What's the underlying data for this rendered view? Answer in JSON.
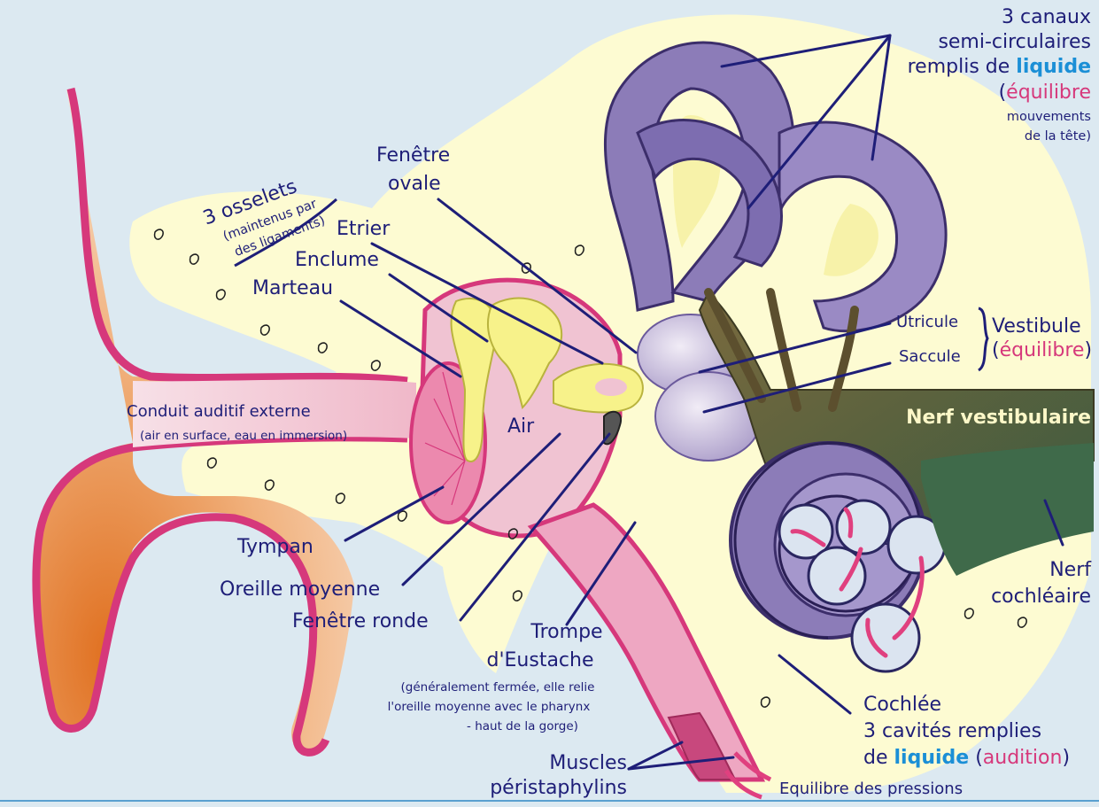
{
  "labels": {
    "canaux_l1": "3 canaux",
    "canaux_l2": "semi-circulaires",
    "canaux_l3": "remplis de ",
    "canaux_liquide": "liquide",
    "canaux_l4_open": "(",
    "canaux_equilibre": "équilibre",
    "canaux_l5": "mouvements",
    "canaux_l6": "de la tête)",
    "osselets_l1": "3 osselets",
    "osselets_l2": "(maintenus par",
    "osselets_l3": "des ligaments)",
    "fenetre_ovale_l1": "Fenêtre",
    "fenetre_ovale_l2": "ovale",
    "etrier": "Etrier",
    "enclume": "Enclume",
    "marteau": "Marteau",
    "utricule": "Utricule",
    "saccule": "Saccule",
    "vestibule": "Vestibule",
    "vestibule_open": "(",
    "vestibule_equilibre": "équilibre",
    "vestibule_close": ")",
    "nerf_vestibulaire": "Nerf vestibulaire",
    "conduit_l1": "Conduit auditif externe",
    "conduit_l2": "(air en surface, eau en immersion)",
    "air": "Air",
    "tympan": "Tympan",
    "oreille_moyenne": "Oreille moyenne",
    "fenetre_ronde": "Fenêtre ronde",
    "trompe_l1": "Trompe",
    "trompe_l2": "d'Eustache",
    "trompe_l3": "(généralement fermée, elle relie",
    "trompe_l4": "l'oreille moyenne avec le pharynx",
    "trompe_l5": "- haut  de la gorge)",
    "muscles_l1": "Muscles",
    "muscles_l2": "péristaphylins",
    "equilibre_pressions": "Equilibre des pressions",
    "nerf_cochleaire_l1": "Nerf",
    "nerf_cochleaire_l2": "cochléaire",
    "cochlee_l1": "Cochlée",
    "cochlee_l2": "3 cavités remplies",
    "cochlee_l3_pre": "de ",
    "cochlee_liquide": "liquide",
    "cochlee_open": " (",
    "cochlee_audition": "audition",
    "cochlee_close": ")"
  },
  "colors": {
    "background": "#dce9f1",
    "bone": "#fdfbd2",
    "skin_pink": "#d6387b",
    "canal_air": "#f3c9d6",
    "ossicles": "#f7f28a",
    "labyrinth": "#8c7cb8",
    "nerve": "#6b5e3c",
    "label_text": "#1e1e78",
    "liquide_blue": "#1b8fd6",
    "accent_pink": "#d6387b"
  }
}
